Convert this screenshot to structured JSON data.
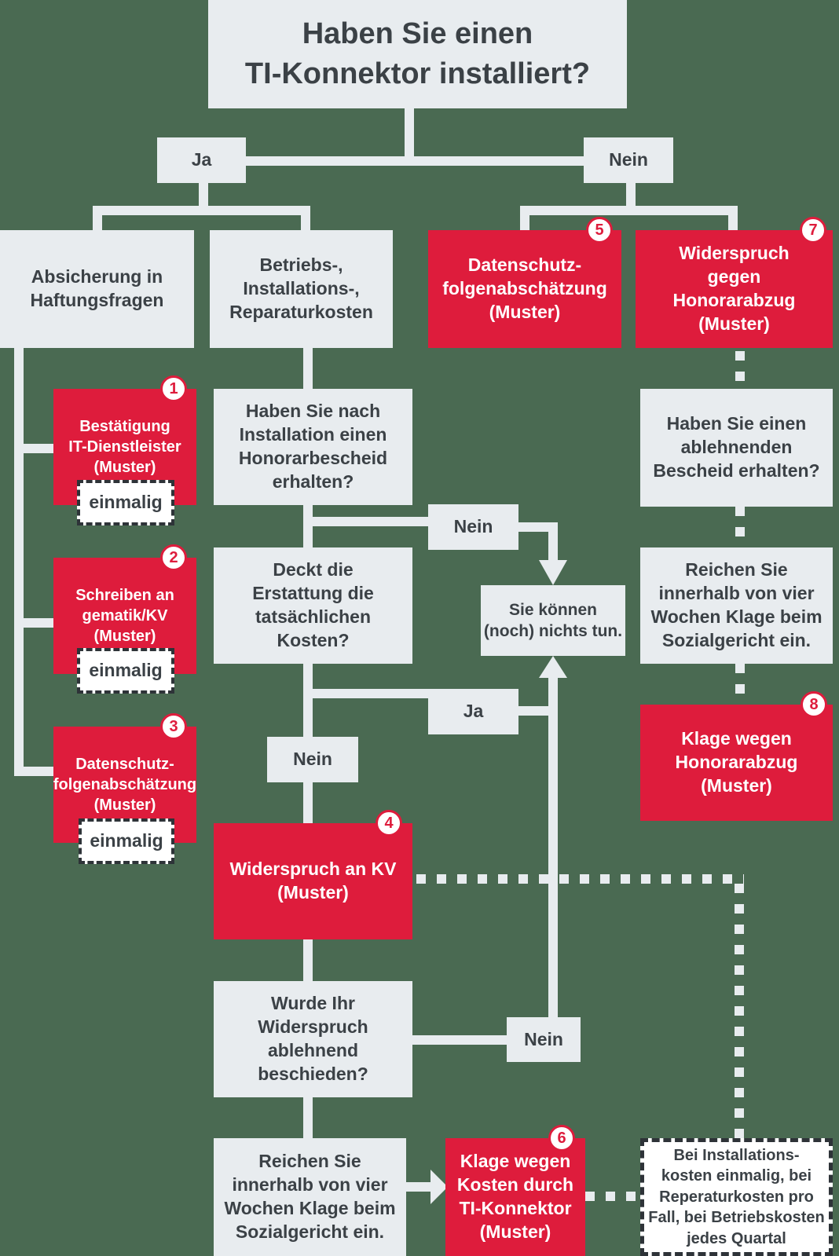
{
  "colors": {
    "background": "#4A6A52",
    "panel": "#E8ECEF",
    "red": "#DE1C3C",
    "ink": "#3B4146",
    "white": "#FFFFFF",
    "dashline": "#2E3338"
  },
  "title": "Haben Sie einen\nTI-Konnektor installiert?",
  "branches": {
    "yes": "Ja",
    "no": "Nein"
  },
  "labels": {
    "nein_honorarbescheid": "Nein",
    "ja_erstattung": "Ja",
    "nein_erstattung": "Nein",
    "nein_widerspruch": "Nein"
  },
  "nodes": {
    "absicherung": "Absicherung in\nHaftungsfragen",
    "betriebskosten": "Betriebs-,\nInstallations-,\nReparaturkosten",
    "q_honorarbescheid": "Haben Sie nach\nInstallation einen\nHonorarbescheid\nerhalten?",
    "q_erstattung": "Deckt die\nErstattung die\ntatsächlichen\nKosten?",
    "nichts_tun": "Sie können\n(noch) nichts tun.",
    "q_widerspruch": "Wurde Ihr\nWiderspruch\nablehnend\nbeschieden?",
    "klage_links": "Reichen Sie\ninnerhalb von vier\nWochen Klage beim\nSozialgericht ein.",
    "q_bescheid": "Haben Sie einen\nablehnenden\nBescheid erhalten?",
    "klage_rechts": "Reichen Sie\ninnerhalb von vier\nWochen Klage beim\nSozialgericht ein."
  },
  "documents": {
    "d1": {
      "number": "1",
      "label": "Bestätigung\nIT-Dienstleister\n(Muster)",
      "badge": "einmalig"
    },
    "d2": {
      "number": "2",
      "label": "Schreiben an\ngematik/KV\n(Muster)",
      "badge": "einmalig"
    },
    "d3": {
      "number": "3",
      "label": "Datenschutz-\nfolgenabschätzung\n(Muster)",
      "badge": "einmalig"
    },
    "d4": {
      "number": "4",
      "label": "Widerspruch an KV\n(Muster)"
    },
    "d5": {
      "number": "5",
      "label": "Datenschutz-\nfolgenabschätzung\n(Muster)"
    },
    "d6": {
      "number": "6",
      "label": "Klage wegen\nKosten durch\nTI-Konnektor\n(Muster)"
    },
    "d7": {
      "number": "7",
      "label": "Widerspruch\ngegen\nHonorarabzug\n(Muster)"
    },
    "d8": {
      "number": "8",
      "label": "Klage wegen\nHonorarabzug\n(Muster)"
    }
  },
  "note": "Bei Installations-\nkosten einmalig, bei\nReperaturkosten pro\nFall, bei Betriebskosten\njedes Quartal"
}
